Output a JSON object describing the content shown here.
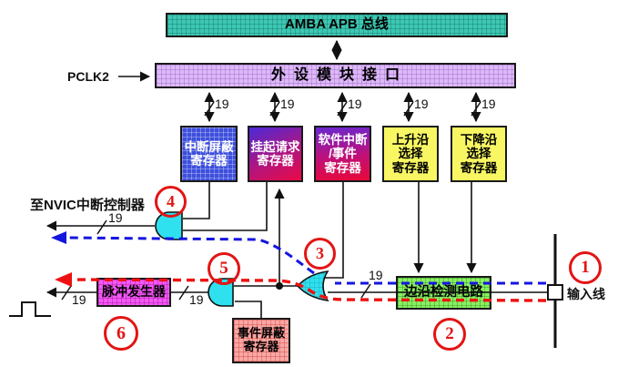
{
  "bus": {
    "amba_label": "AMBA APB 总线",
    "pclk2_label": "PCLK2",
    "peripheral_interface_label": "外设模块接口",
    "bus_width": "19"
  },
  "registers": [
    {
      "id": "interrupt-mask-register",
      "line1": "中断屏蔽",
      "line2": "寄存器"
    },
    {
      "id": "pending-request-register",
      "line1": "挂起请求",
      "line2": "寄存器"
    },
    {
      "id": "software-interrupt-event-register",
      "line1": "软件中断",
      "line2": "/事件",
      "line3": "寄存器"
    },
    {
      "id": "rising-edge-select-register",
      "line1": "上升沿",
      "line2": "选择",
      "line3": "寄存器"
    },
    {
      "id": "falling-edge-select-register",
      "line1": "下降沿",
      "line2": "选择",
      "line3": "寄存器"
    }
  ],
  "blocks": {
    "edge_detect_label": "边沿检测电路",
    "pulse_generator_label": "脉冲发生器",
    "event_mask_line1": "事件屏蔽",
    "event_mask_line2": "寄存器"
  },
  "labels": {
    "to_nvic": "至NVIC中断控制器",
    "input_line": "输入线"
  },
  "steps": {
    "s1": "1",
    "s2": "2",
    "s3": "3",
    "s4": "4",
    "s5": "5",
    "s6": "6"
  },
  "colors": {
    "amba_teal": "#3EC7B2",
    "peripheral_purple": "#DDB8F8",
    "register_blue": "#3D4FDC",
    "register_gradient_from": "#4A2AD8",
    "register_gradient_to": "#EA0A44",
    "select_yellow": "#F8F763",
    "edge_detect_green": "#8BEF63",
    "pulse_magenta": "#F25AF2",
    "event_mask_salmon": "#F7A8A4",
    "gate_cyan": "#2FE1EF",
    "interrupt_path_blue": "#1515E0",
    "event_path_red": "#EE1111",
    "step_circle_red": "#E31414"
  }
}
